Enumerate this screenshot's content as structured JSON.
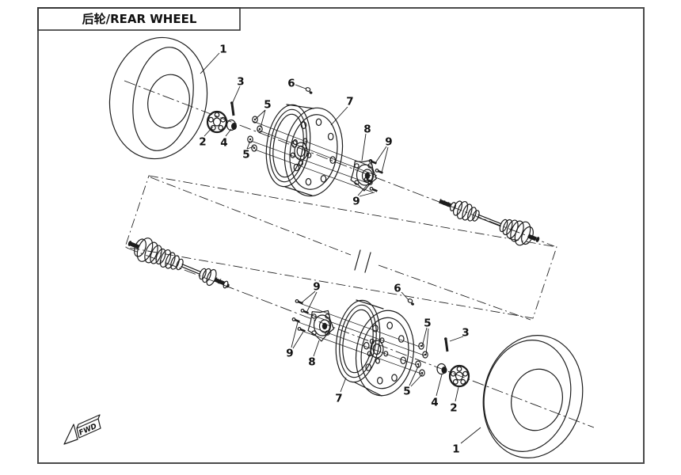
{
  "title_block": {
    "title": "后轮/REAR WHEEL"
  },
  "direction_indicator": {
    "label": "FWD"
  },
  "callouts": [
    {
      "label": "1",
      "part": "tire",
      "assembly": "upper"
    },
    {
      "label": "2",
      "part": "hub-cap",
      "assembly": "upper"
    },
    {
      "label": "3",
      "part": "stud",
      "assembly": "upper"
    },
    {
      "label": "4",
      "part": "nut",
      "assembly": "upper"
    },
    {
      "label": "5",
      "part": "washers-outer",
      "assembly": "upper"
    },
    {
      "label": "5",
      "part": "washers-inner",
      "assembly": "upper"
    },
    {
      "label": "6",
      "part": "valve",
      "assembly": "upper"
    },
    {
      "label": "7",
      "part": "rim",
      "assembly": "upper"
    },
    {
      "label": "8",
      "part": "hub",
      "assembly": "upper"
    },
    {
      "label": "9",
      "part": "bolts-outer",
      "assembly": "upper"
    },
    {
      "label": "9",
      "part": "bolts-inner",
      "assembly": "upper"
    },
    {
      "label": "9",
      "part": "bolts-outer",
      "assembly": "lower"
    },
    {
      "label": "9",
      "part": "bolts-inner",
      "assembly": "lower"
    },
    {
      "label": "8",
      "part": "hub",
      "assembly": "lower"
    },
    {
      "label": "7",
      "part": "rim",
      "assembly": "lower"
    },
    {
      "label": "6",
      "part": "valve",
      "assembly": "lower"
    },
    {
      "label": "5",
      "part": "washers-outer",
      "assembly": "lower"
    },
    {
      "label": "5",
      "part": "washers-inner",
      "assembly": "lower"
    },
    {
      "label": "4",
      "part": "nut",
      "assembly": "lower"
    },
    {
      "label": "3",
      "part": "stud",
      "assembly": "lower"
    },
    {
      "label": "2",
      "part": "hub-cap",
      "assembly": "lower"
    },
    {
      "label": "1",
      "part": "tire",
      "assembly": "lower"
    }
  ]
}
